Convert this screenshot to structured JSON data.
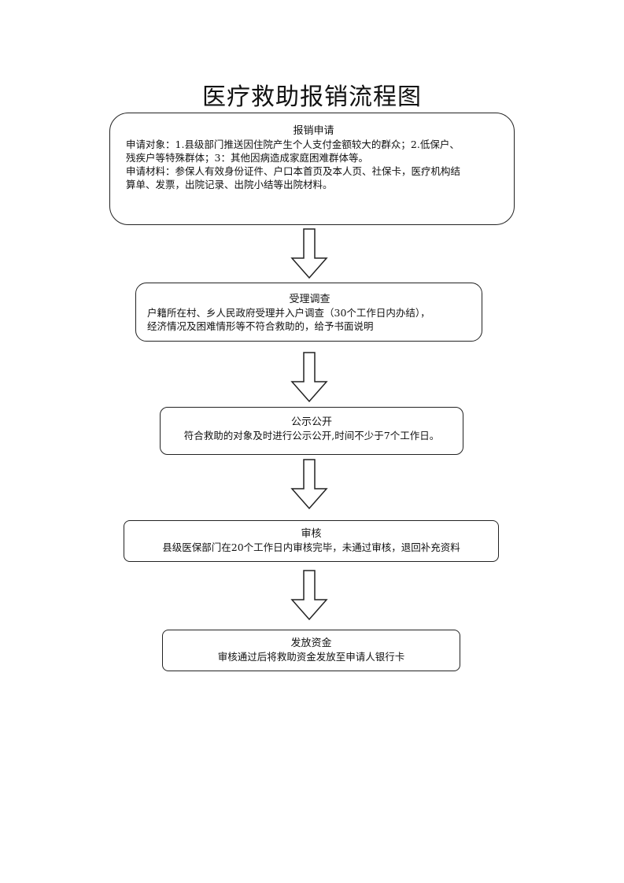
{
  "title": "医疗救助报销流程图",
  "steps": [
    {
      "title": "报销申请",
      "lines": [
        "申请对象：1.县级部门推送因住院产生个人支付金额较大的群众；2.低保户、",
        "残疾户等特殊群体；3：其他因病造成家庭困难群体等。",
        "申请材料：参保人有效身份证件、户口本首页及本人页、社保卡，医疗机构结",
        "算单、发票，出院记录、出院小结等出院材料。"
      ]
    },
    {
      "title": "受理调查",
      "lines": [
        "户籍所在村、乡人民政府受理并入户调查（30个工作日内办结），",
        "经济情况及困难情形等不符合救助的，给予书面说明"
      ]
    },
    {
      "title": "公示公开",
      "lines": [
        "符合救助的对象及时进行公示公开,时间不少于7个工作日。"
      ]
    },
    {
      "title": "审核",
      "lines": [
        "县级医保部门在20个工作日内审核完毕，未通过审核，退回补充资料"
      ]
    },
    {
      "title": "发放资金",
      "lines": [
        "审核通过后将救助资金发放至申请人银行卡"
      ]
    }
  ]
}
